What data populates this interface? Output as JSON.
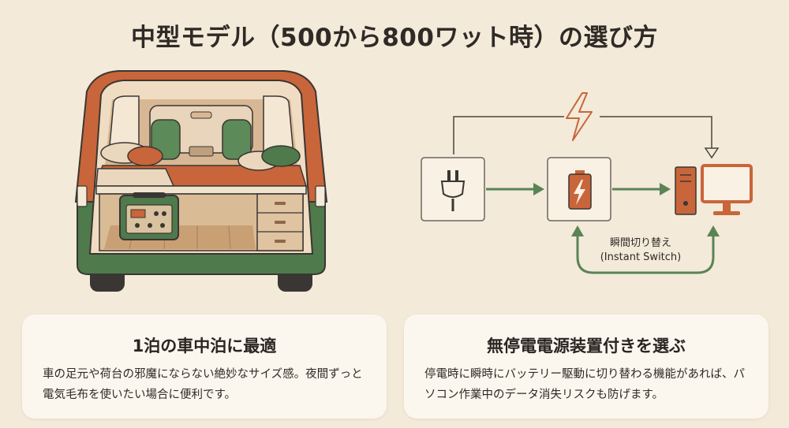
{
  "title": "中型モデル（500から800ワット時）の選び方",
  "diagram": {
    "switch_label_line1": "瞬間切り替え",
    "switch_label_line2": "(Instant Switch)"
  },
  "cards": [
    {
      "heading": "1泊の車中泊に最適",
      "body": "車の足元や荷台の邪魔にならない絶妙なサイズ感。夜間ずっと電気毛布を使いたい場合に便利です。"
    },
    {
      "heading": "無停電電源装置付きを選ぶ",
      "body": "停電時に瞬時にバッテリー駆動に切り替わる機能があれば、パソコン作業中のデータ消失リスクも防げます。"
    }
  ],
  "colors": {
    "background": "#f3ead9",
    "orange": "#c9653a",
    "green": "#4e7a4e",
    "card": "#fbf7ee"
  },
  "icons": [
    "plug-icon",
    "battery-icon",
    "lightning-icon",
    "computer-icon",
    "arrow-icon",
    "van-illustration"
  ]
}
